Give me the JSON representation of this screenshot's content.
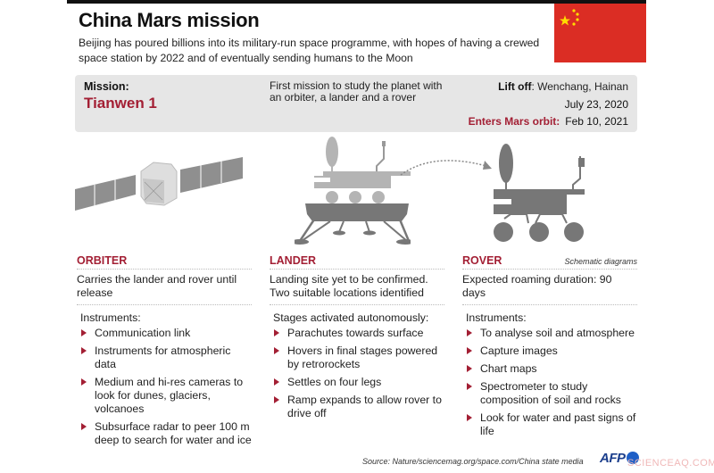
{
  "header": {
    "title": "China Mars mission",
    "subtitle": "Beijing has poured billions into its military-run space programme, with hopes of having a crewed space station by 2022 and of eventually sending humans to the Moon",
    "flag": "china-flag"
  },
  "mission": {
    "label": "Mission:",
    "name": "Tianwen 1",
    "description": "First mission to study the planet with an orbiter, a lander and a rover",
    "liftoff_label": "Lift off",
    "liftoff_location": ": Wenchang, Hainan",
    "liftoff_date": "July 23, 2020",
    "orbit_label": "Enters Mars orbit:",
    "orbit_date": "Feb 10, 2021"
  },
  "columns": [
    {
      "title": "ORBITER",
      "note": "",
      "summary": "Carries the lander and rover until release",
      "subhead": "Instruments:",
      "items": [
        "Communication link",
        "Instruments for atmospheric data",
        "Medium and hi-res cameras to look for dunes, glaciers, volcanoes",
        "Subsurface radar to peer 100 m deep to search for water and ice"
      ]
    },
    {
      "title": "LANDER",
      "note": "",
      "summary": "Landing site yet to be confirmed. Two suitable locations identified",
      "subhead": "Stages activated autonomously:",
      "items": [
        "Parachutes towards surface",
        "Hovers in final stages powered by retrorockets",
        "Settles on four legs",
        "Ramp expands to allow rover to drive off"
      ]
    },
    {
      "title": "ROVER",
      "note": "Schematic diagrams",
      "summary": "Expected roaming duration: 90 days",
      "subhead": "Instruments:",
      "items": [
        "To analyse soil and atmosphere",
        "Capture images",
        "Chart maps",
        "Spectrometer to study composition of soil and rocks",
        "Look for water and past signs of life"
      ]
    }
  ],
  "footer": {
    "source": "Source: Nature/sciencemag.org/space.com/China state media",
    "agency": "AFP",
    "watermark": "SCIENCEAQ.COM"
  },
  "colors": {
    "accent": "#a31f34",
    "flag_red": "#db2d24",
    "flag_star": "#ffde00",
    "panel_gray": "#e6e6e6",
    "illustration_light": "#b4b4b4",
    "illustration_dark": "#777777"
  }
}
